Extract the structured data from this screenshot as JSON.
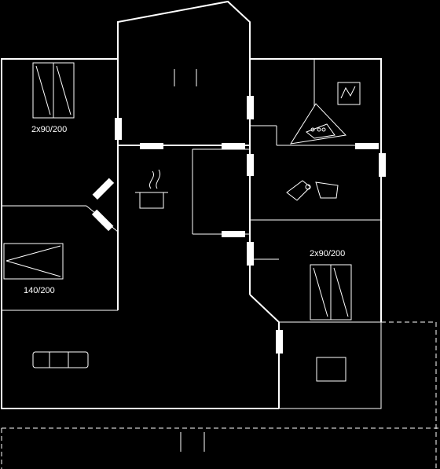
{
  "labels": {
    "bedroom_top_left": "2x90/200",
    "bedroom_right": "2x90/200",
    "bedroom_left": "140/200"
  },
  "icons": {
    "beds_top_left": "twin-single-beds-icon",
    "double_bed": "double-bed-icon",
    "beds_right": "twin-single-beds-icon",
    "kitchen": "stove-pot-icon",
    "shower": "shower-icon",
    "toilet": "toilet-icon",
    "sink": "sink-icon",
    "sofa": "sofa-icon",
    "table": "table-icon"
  },
  "colors": {
    "background": "#000000",
    "lines": "#ffffff"
  }
}
